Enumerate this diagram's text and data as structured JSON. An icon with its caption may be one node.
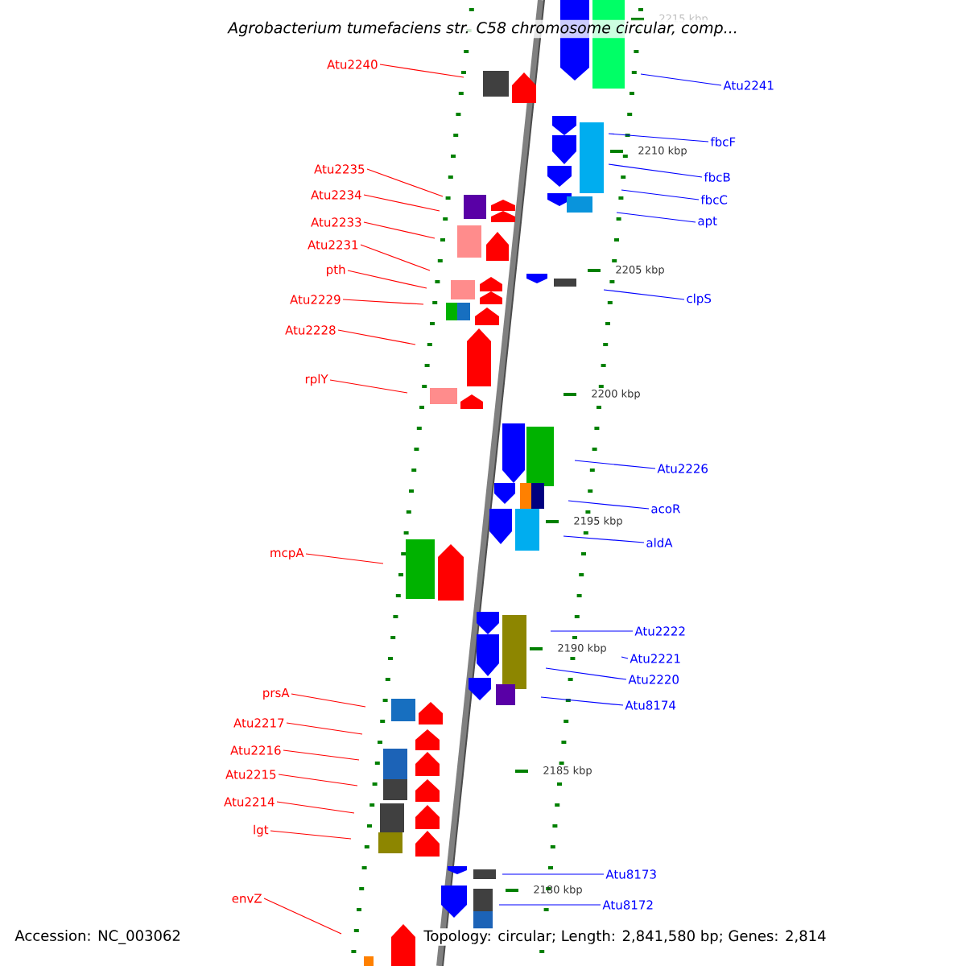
{
  "diagram": {
    "title": "Agrobacterium tumefaciens str. C58 chromosome circular, comp...",
    "nodes": [
      {
        "text": [
          "Atu2240"
        ]
      },
      {
        "text": [
          "Atu2235"
        ]
      },
      {
        "text": [
          "Atu2234"
        ]
      },
      {
        "text": [
          "Atu2233"
        ]
      },
      {
        "text": [
          "Atu2231"
        ]
      },
      {
        "text": [
          "pth"
        ]
      },
      {
        "text": [
          "Atu2229"
        ]
      },
      {
        "text": [
          "Atu2228"
        ]
      },
      {
        "text": [
          "rplY"
        ]
      },
      {
        "text": [
          "mcpA"
        ]
      },
      {
        "text": [
          "prsA"
        ]
      },
      {
        "text": [
          "Atu2217"
        ]
      },
      {
        "text": [
          "Atu2216"
        ]
      },
      {
        "text": [
          "Atu2215"
        ]
      },
      {
        "text": [
          "Atu2214"
        ]
      },
      {
        "text": [
          "lgt"
        ]
      },
      {
        "text": [
          "envZ"
        ]
      },
      {
        "text": [
          "Atu2241"
        ]
      },
      {
        "text": [
          "fbcF"
        ]
      },
      {
        "text": [
          "fbcB"
        ]
      },
      {
        "text": [
          "fbcC"
        ]
      },
      {
        "text": [
          "apt"
        ]
      },
      {
        "text": [
          "clpS"
        ]
      },
      {
        "text": [
          "Atu2226"
        ]
      },
      {
        "text": [
          "acoR"
        ]
      },
      {
        "text": [
          "aldA"
        ]
      },
      {
        "text": [
          "Atu2222"
        ]
      },
      {
        "text": [
          "Atu2221"
        ]
      },
      {
        "text": [
          "Atu2220"
        ]
      },
      {
        "text": [
          "Atu8174"
        ]
      },
      {
        "text": [
          "Atu8173"
        ]
      },
      {
        "text": [
          "Atu8172"
        ]
      }
    ],
    "edges": [
      {
        "from": 0,
        "to": null,
        "arrow": "none"
      },
      {
        "from": 1,
        "to": null,
        "arrow": "none"
      },
      {
        "from": 2,
        "to": null,
        "arrow": "none"
      },
      {
        "from": 3,
        "to": null,
        "arrow": "none"
      },
      {
        "from": 4,
        "to": null,
        "arrow": "none"
      },
      {
        "from": 5,
        "to": null,
        "arrow": "none"
      },
      {
        "from": 6,
        "to": null,
        "arrow": "none"
      },
      {
        "from": 7,
        "to": null,
        "arrow": "none"
      },
      {
        "from": 8,
        "to": null,
        "arrow": "none"
      },
      {
        "from": 9,
        "to": null,
        "arrow": "none"
      },
      {
        "from": 10,
        "to": null,
        "arrow": "none"
      },
      {
        "from": 11,
        "to": null,
        "arrow": "none"
      },
      {
        "from": 12,
        "to": null,
        "arrow": "none"
      },
      {
        "from": 13,
        "to": null,
        "arrow": "none"
      },
      {
        "from": 14,
        "to": null,
        "arrow": "none"
      },
      {
        "from": 15,
        "to": null,
        "arrow": "none"
      },
      {
        "from": 16,
        "to": null,
        "arrow": "none"
      },
      {
        "from": 17,
        "to": null,
        "arrow": "none",
        "color": "#0000ff"
      },
      {
        "from": 18,
        "to": null,
        "arrow": "none",
        "color": "#0000ff"
      },
      {
        "from": 19,
        "to": null,
        "arrow": "none",
        "color": "#0000ff"
      },
      {
        "from": 20,
        "to": null,
        "arrow": "none",
        "color": "#0000ff"
      },
      {
        "from": 21,
        "to": null,
        "arrow": "none",
        "color": "#0000ff"
      },
      {
        "from": 22,
        "to": null,
        "arrow": "none",
        "color": "#0000ff"
      },
      {
        "from": 23,
        "to": null,
        "arrow": "none",
        "color": "#0000ff"
      },
      {
        "from": 24,
        "to": null,
        "arrow": "none",
        "color": "#0000ff"
      },
      {
        "from": 25,
        "to": null,
        "arrow": "none",
        "color": "#0000ff"
      },
      {
        "from": 26,
        "to": null,
        "arrow": "none",
        "color": "#0000ff"
      },
      {
        "from": 27,
        "to": null,
        "arrow": "none",
        "color": "#0000ff"
      },
      {
        "from": 28,
        "to": null,
        "arrow": "none",
        "color": "#0000ff"
      },
      {
        "from": 29,
        "to": null,
        "arrow": "none",
        "color": "#0000ff"
      },
      {
        "from": 30,
        "to": null,
        "arrow": "none",
        "color": "#0000ff"
      },
      {
        "from": 31,
        "to": null,
        "arrow": "none",
        "color": "#0000ff"
      }
    ],
    "labels": [
      "2215 kbp",
      "2210 kbp",
      "2205 kbp",
      "2200 kbp",
      "2195 kbp",
      "2190 kbp",
      "2185 kbp",
      "2180 kbp",
      "Accession: NC_003062",
      "Topology: circular; Length: 2,841,580 bp; Genes: 2,814"
    ]
  }
}
